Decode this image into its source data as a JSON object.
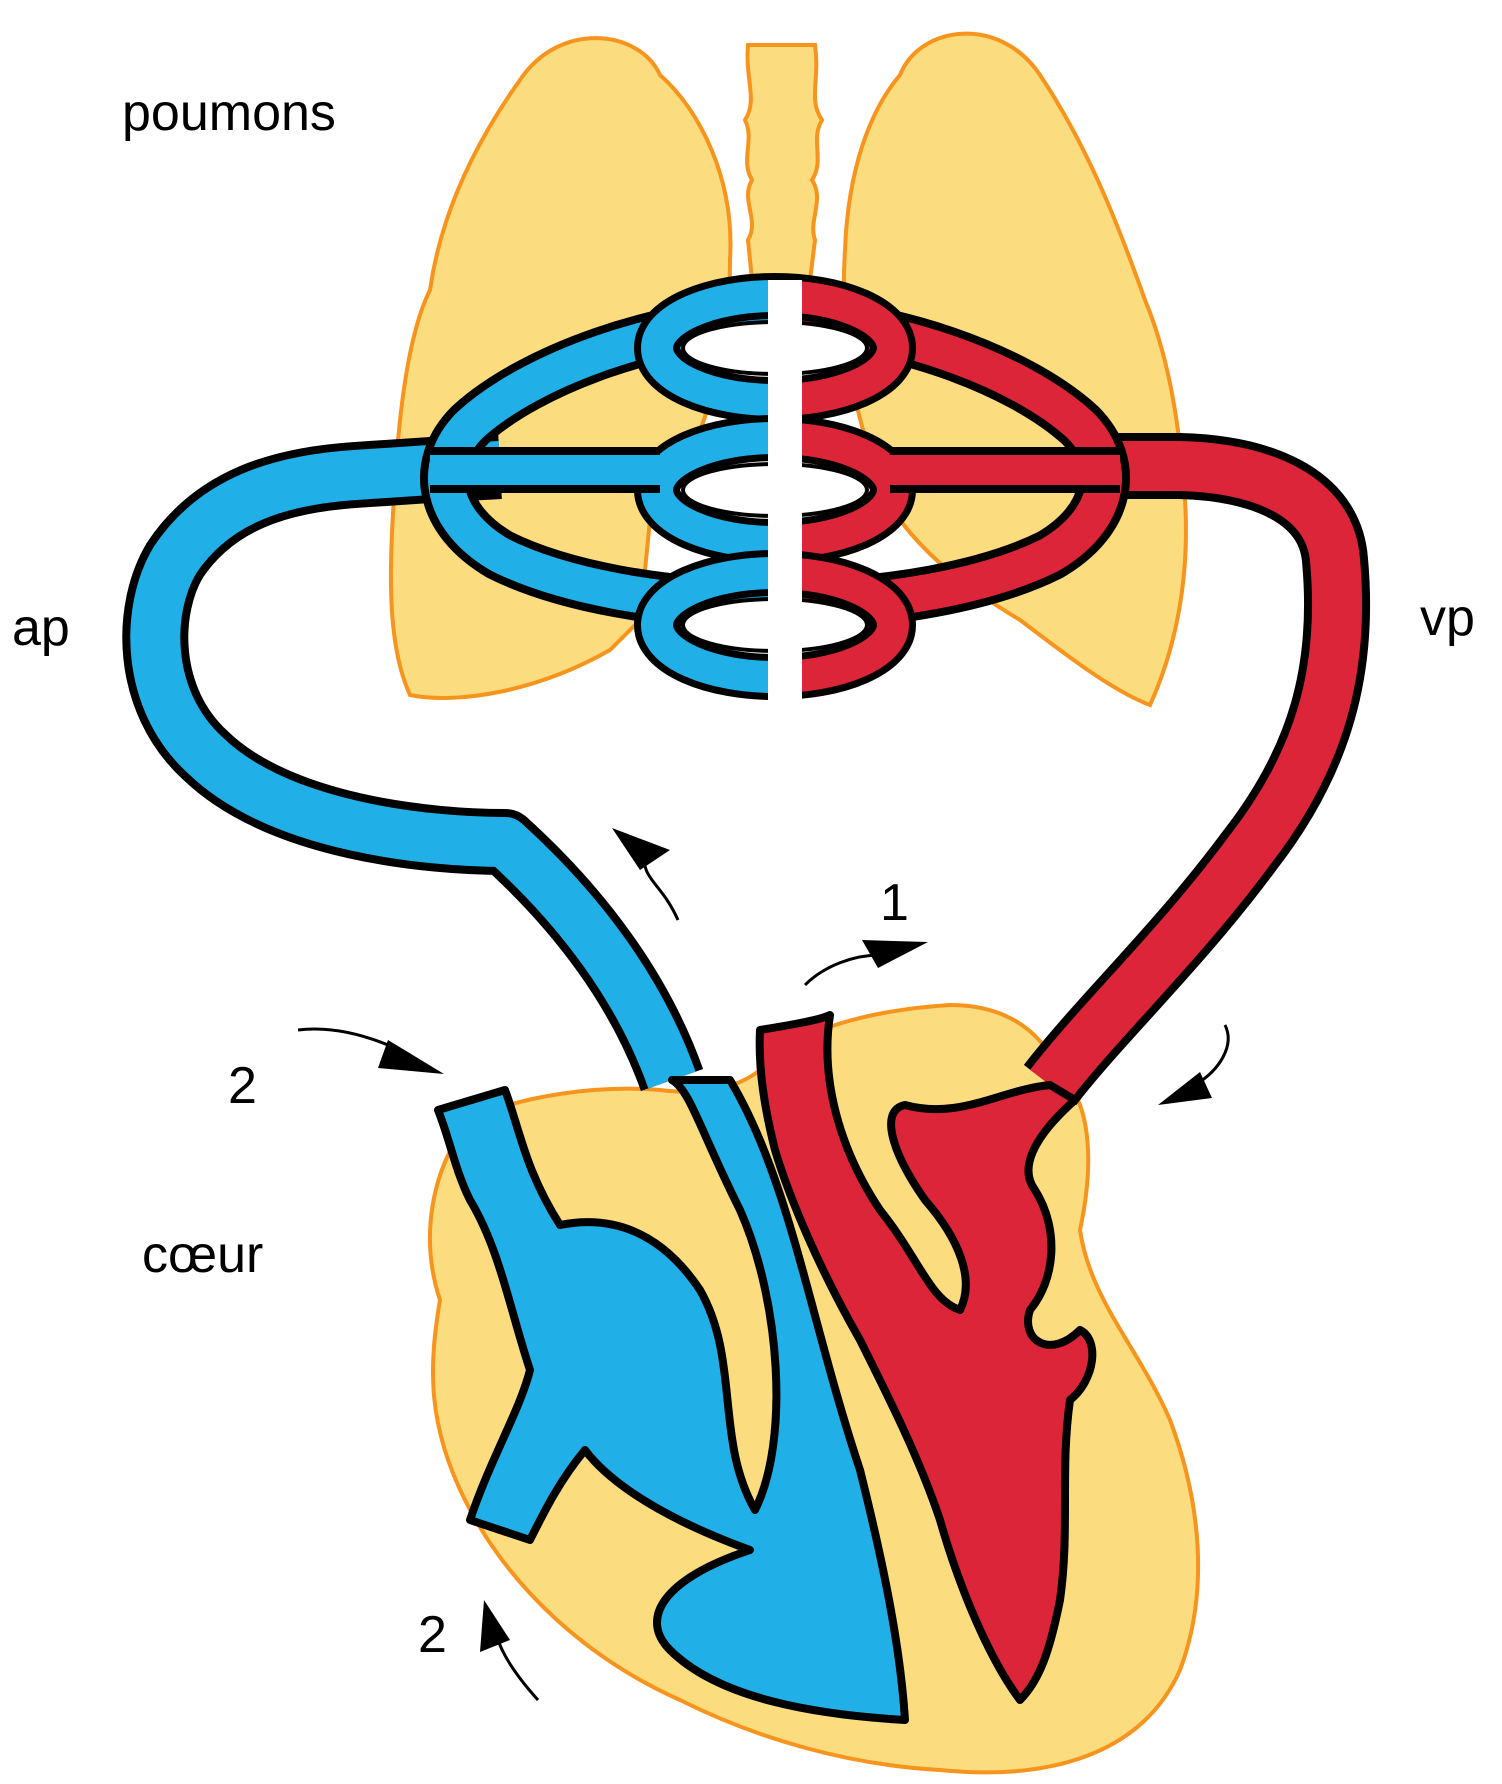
{
  "labels": {
    "lungs": "poumons",
    "pulmonary_artery": "ap",
    "pulmonary_vein": "vp",
    "heart": "cœur",
    "flow_1": "1",
    "flow_2_top": "2",
    "flow_2_bottom": "2"
  },
  "colors": {
    "organ_fill": "#fbdc7e",
    "organ_outline": "#f7941d",
    "deoxygenated_blood": "#21afe8",
    "oxygenated_blood": "#dc2538",
    "vessel_outline": "#000000",
    "background": "#ffffff"
  }
}
